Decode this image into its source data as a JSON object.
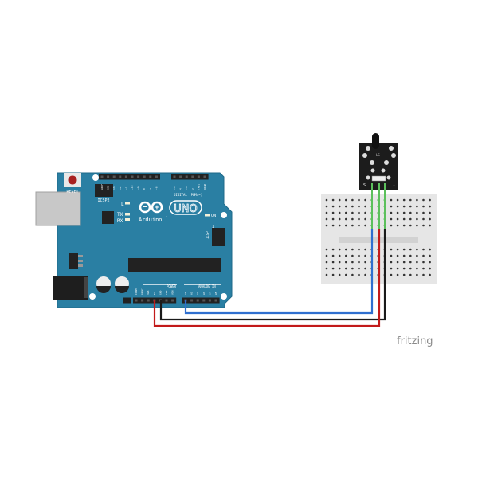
{
  "arduino": {
    "reset_label": "RESET",
    "icsp2_label": "ICSP2",
    "led_l": "L",
    "led_tx": "TX",
    "led_rx": "RX",
    "brand": "Arduino",
    "tm": "™",
    "model": "UNO",
    "on_label": "ON",
    "icsp_label": "ICSP",
    "icsp_pin1": "1",
    "digital_label": "DIGITAL (PWM=~)",
    "power_label": "POWER",
    "analog_label": "ANALOG IN",
    "digital_pins": [
      "AREF",
      "GND",
      "13",
      "12",
      "~11",
      "~10",
      "~9",
      "8",
      "7",
      "~6",
      "~5",
      "4",
      "~3",
      "2",
      "TX▶1",
      "RX◀0"
    ],
    "power_pins": [
      "IOREF",
      "RESET",
      "3V3",
      "5V",
      "GND",
      "GND",
      "VIN"
    ],
    "analog_pins": [
      "A0",
      "A1",
      "A2",
      "A3",
      "A4",
      "A5"
    ]
  },
  "sensor": {
    "pin_s": "S",
    "pin_minus": "-",
    "marking": "LS"
  },
  "wires": [
    {
      "name": "signal",
      "from": "A0",
      "color": "#2f6fcf"
    },
    {
      "name": "vcc",
      "from": "5V",
      "color": "#c21a1a"
    },
    {
      "name": "ground",
      "from": "GND",
      "color": "#1a1a1a"
    }
  ],
  "colors": {
    "board": "#2a7fa3",
    "breadboard": "#e8e8e8",
    "sensor": "#1c1c1c",
    "lead": "#5cc05c"
  },
  "watermark": "fritzing"
}
